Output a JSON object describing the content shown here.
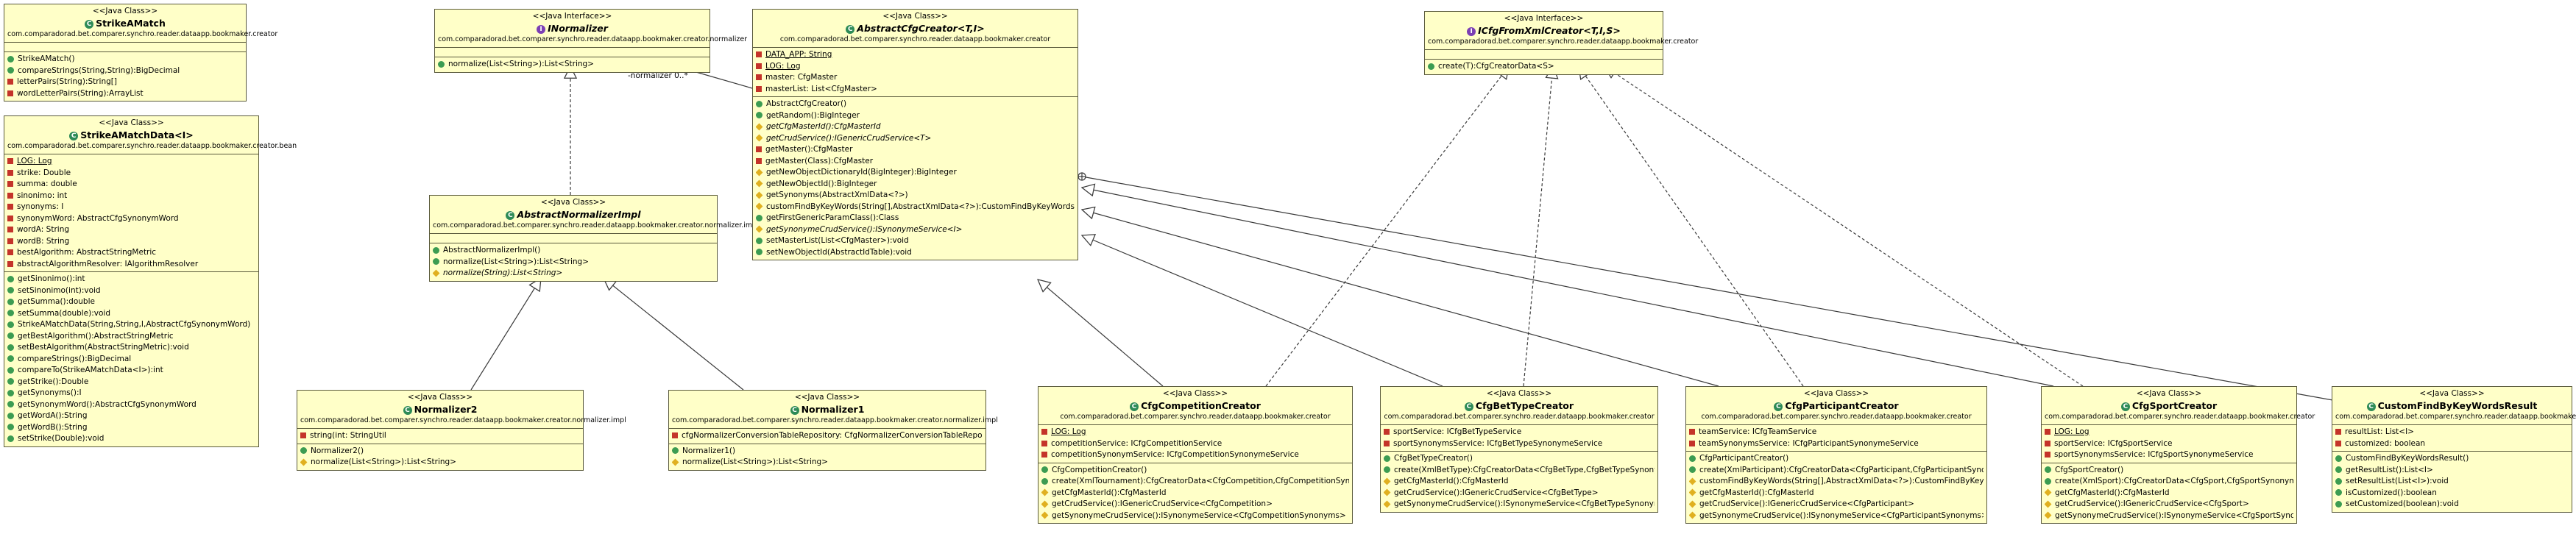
{
  "edge_label": "-normalizer   0..*",
  "classes": {
    "strike": {
      "stereotype": "<<Java Class>>",
      "name": "StrikeAMatch",
      "package": "com.comparadorad.bet.comparer.synchro.reader.dataapp.bookmaker.creator",
      "fields": [],
      "methods": [
        {
          "vis": "pub",
          "text": "StrikeAMatch()"
        },
        {
          "vis": "pub",
          "text": "compareStrings(String,String):BigDecimal"
        },
        {
          "vis": "priv",
          "text": "letterPairs(String):String[]"
        },
        {
          "vis": "priv",
          "text": "wordLetterPairs(String):ArrayList"
        }
      ]
    },
    "strikeData": {
      "stereotype": "<<Java Class>>",
      "name": "StrikeAMatchData<I>",
      "package": "com.comparadorad.bet.comparer.synchro.reader.dataapp.bookmaker.creator.bean",
      "fields": [
        {
          "vis": "priv",
          "text": "LOG: Log",
          "static": true
        },
        {
          "vis": "priv",
          "text": "strike: Double"
        },
        {
          "vis": "priv",
          "text": "summa: double"
        },
        {
          "vis": "priv",
          "text": "sinonimo: int"
        },
        {
          "vis": "priv",
          "text": "synonyms: I"
        },
        {
          "vis": "priv",
          "text": "synonymWord: AbstractCfgSynonymWord"
        },
        {
          "vis": "priv",
          "text": "wordA: String"
        },
        {
          "vis": "priv",
          "text": "wordB: String"
        },
        {
          "vis": "priv",
          "text": "bestAlgorithm: AbstractStringMetric"
        },
        {
          "vis": "priv",
          "text": "abstractAlgorithmResolver: IAlgorithmResolver"
        }
      ],
      "methods": [
        {
          "vis": "pub",
          "text": "getSinonimo():int"
        },
        {
          "vis": "pub",
          "text": "setSinonimo(int):void"
        },
        {
          "vis": "pub",
          "text": "getSumma():double"
        },
        {
          "vis": "pub",
          "text": "setSumma(double):void"
        },
        {
          "vis": "pub",
          "text": "StrikeAMatchData(String,String,I,AbstractCfgSynonymWord)"
        },
        {
          "vis": "pub",
          "text": "getBestAlgorithm():AbstractStringMetric"
        },
        {
          "vis": "pub",
          "text": "setBestAlgorithm(AbstractStringMetric):void"
        },
        {
          "vis": "pub",
          "text": "compareStrings():BigDecimal"
        },
        {
          "vis": "pub",
          "text": "compareTo(StrikeAMatchData<I>):int"
        },
        {
          "vis": "pub",
          "text": "getStrike():Double"
        },
        {
          "vis": "pub",
          "text": "getSynonyms():I"
        },
        {
          "vis": "pub",
          "text": "getSynonymWord():AbstractCfgSynonymWord"
        },
        {
          "vis": "pub",
          "text": "getWordA():String"
        },
        {
          "vis": "pub",
          "text": "getWordB():String"
        },
        {
          "vis": "pub",
          "text": "setStrike(Double):void"
        }
      ]
    },
    "inormalizer": {
      "stereotype": "<<Java Interface>>",
      "name": "INormalizer",
      "package": "com.comparadorad.bet.comparer.synchro.reader.dataapp.bookmaker.creator.normalizer",
      "fields": [],
      "methods": [
        {
          "vis": "pub",
          "text": "normalize(List<String>):List<String>"
        }
      ]
    },
    "absNormalizer": {
      "stereotype": "<<Java Class>>",
      "name": "AbstractNormalizerImpl",
      "package": "com.comparadorad.bet.comparer.synchro.reader.dataapp.bookmaker.creator.normalizer.impl",
      "fields": [],
      "methods": [
        {
          "vis": "pub",
          "text": "AbstractNormalizerImpl()"
        },
        {
          "vis": "pub",
          "text": "normalize(List<String>):List<String>"
        },
        {
          "vis": "prot",
          "text": "normalize(String):List<String>",
          "italic": true
        }
      ]
    },
    "normalizer2": {
      "stereotype": "<<Java Class>>",
      "name": "Normalizer2",
      "package": "com.comparadorad.bet.comparer.synchro.reader.dataapp.bookmaker.creator.normalizer.impl",
      "fields": [
        {
          "vis": "priv",
          "text": "string(int: StringUtil"
        }
      ],
      "methods": [
        {
          "vis": "pub",
          "text": "Normalizer2()"
        },
        {
          "vis": "prot",
          "text": "normalize(List<String>):List<String>"
        }
      ]
    },
    "normalizer1": {
      "stereotype": "<<Java Class>>",
      "name": "Normalizer1",
      "package": "com.comparadorad.bet.comparer.synchro.reader.dataapp.bookmaker.creator.normalizer.impl",
      "fields": [
        {
          "vis": "priv",
          "text": "cfgNormalizerConversionTableRepository: CfgNormalizerConversionTableRepository"
        }
      ],
      "methods": [
        {
          "vis": "pub",
          "text": "Normalizer1()"
        },
        {
          "vis": "prot",
          "text": "normalize(List<String>):List<String>"
        }
      ]
    },
    "absCreator": {
      "stereotype": "<<Java Class>>",
      "name": "AbstractCfgCreator<T,I>",
      "package": "com.comparadorad.bet.comparer.synchro.reader.dataapp.bookmaker.creator",
      "fields": [
        {
          "vis": "priv",
          "text": "DATA_APP: String",
          "static": true
        },
        {
          "vis": "priv",
          "text": "LOG: Log",
          "static": true
        },
        {
          "vis": "priv",
          "text": "master: CfgMaster"
        },
        {
          "vis": "priv",
          "text": "masterList: List<CfgMaster>"
        }
      ],
      "methods": [
        {
          "vis": "pub",
          "text": "AbstractCfgCreator()"
        },
        {
          "vis": "pub",
          "text": "getRandom():BigInteger"
        },
        {
          "vis": "prot",
          "text": "getCfgMasterId():CfgMasterId",
          "italic": true
        },
        {
          "vis": "prot",
          "text": "getCrudService():IGenericCrudService<T>",
          "italic": true
        },
        {
          "vis": "priv",
          "text": "getMaster():CfgMaster"
        },
        {
          "vis": "priv",
          "text": "getMaster(Class):CfgMaster"
        },
        {
          "vis": "prot",
          "text": "getNewObjectDictionaryId(BigInteger):BigInteger"
        },
        {
          "vis": "prot",
          "text": "getNewObjectId():BigInteger"
        },
        {
          "vis": "prot",
          "text": "getSynonyms(AbstractXmlData<?>)"
        },
        {
          "vis": "prot",
          "text": "customFindByKeyWords(String[],AbstractXmlData<?>):CustomFindByKeyWordsResult"
        },
        {
          "vis": "pub",
          "text": "getFirstGenericParamClass():Class"
        },
        {
          "vis": "prot",
          "text": "getSynonymeCrudService():ISynonymeService<I>",
          "italic": true
        },
        {
          "vis": "pub",
          "text": "setMasterList(List<CfgMaster>):void"
        },
        {
          "vis": "pub",
          "text": "setNewObjectId(AbstractIdTable):void"
        }
      ]
    },
    "icfg": {
      "stereotype": "<<Java Interface>>",
      "name": "ICfgFromXmlCreator<T,I,S>",
      "package": "com.comparadorad.bet.comparer.synchro.reader.dataapp.bookmaker.creator",
      "fields": [],
      "methods": [
        {
          "vis": "pub",
          "text": "create(T):CfgCreatorData<S>"
        }
      ]
    },
    "compCreator": {
      "stereotype": "<<Java Class>>",
      "name": "CfgCompetitionCreator",
      "package": "com.comparadorad.bet.comparer.synchro.reader.dataapp.bookmaker.creator",
      "fields": [
        {
          "vis": "priv",
          "text": "LOG: Log",
          "static": true
        },
        {
          "vis": "priv",
          "text": "competitionService: ICfgCompetitionService"
        },
        {
          "vis": "priv",
          "text": "competitionSynonymService: ICfgCompetitionSynonymeService"
        }
      ],
      "methods": [
        {
          "vis": "pub",
          "text": "CfgCompetitionCreator()"
        },
        {
          "vis": "pub",
          "text": "create(XmlTournament):CfgCreatorData<CfgCompetition,CfgCompetitionSynonyms>"
        },
        {
          "vis": "prot",
          "text": "getCfgMasterId():CfgMasterId"
        },
        {
          "vis": "prot",
          "text": "getCrudService():IGenericCrudService<CfgCompetition>"
        },
        {
          "vis": "prot",
          "text": "getSynonymeCrudService():ISynonymeService<CfgCompetitionSynonyms>"
        }
      ]
    },
    "betCreator": {
      "stereotype": "<<Java Class>>",
      "name": "CfgBetTypeCreator",
      "package": "com.comparadorad.bet.comparer.synchro.reader.dataapp.bookmaker.creator",
      "fields": [
        {
          "vis": "priv",
          "text": "sportService: ICfgBetTypeService"
        },
        {
          "vis": "priv",
          "text": "sportSynonymsService: ICfgBetTypeSynonymeService"
        }
      ],
      "methods": [
        {
          "vis": "pub",
          "text": "CfgBetTypeCreator()"
        },
        {
          "vis": "pub",
          "text": "create(XmlBetType):CfgCreatorData<CfgBetType,CfgBetTypeSynonyms>"
        },
        {
          "vis": "prot",
          "text": "getCfgMasterId():CfgMasterId"
        },
        {
          "vis": "prot",
          "text": "getCrudService():IGenericCrudService<CfgBetType>"
        },
        {
          "vis": "prot",
          "text": "getSynonymeCrudService():ISynonymeService<CfgBetTypeSynonyms>"
        }
      ]
    },
    "partCreator": {
      "stereotype": "<<Java Class>>",
      "name": "CfgParticipantCreator",
      "package": "com.comparadorad.bet.comparer.synchro.reader.dataapp.bookmaker.creator",
      "fields": [
        {
          "vis": "priv",
          "text": "teamService: ICfgTeamService"
        },
        {
          "vis": "priv",
          "text": "teamSynonymsService: ICfgParticipantSynonymeService"
        }
      ],
      "methods": [
        {
          "vis": "pub",
          "text": "CfgParticipantCreator()"
        },
        {
          "vis": "pub",
          "text": "create(XmlParticipant):CfgCreatorData<CfgParticipant,CfgParticipantSynonyms>"
        },
        {
          "vis": "prot",
          "text": "customFindByKeyWords(String[],AbstractXmlData<?>):CustomFindByKeyWordsResult"
        },
        {
          "vis": "prot",
          "text": "getCfgMasterId():CfgMasterId"
        },
        {
          "vis": "prot",
          "text": "getCrudService():IGenericCrudService<CfgParticipant>"
        },
        {
          "vis": "prot",
          "text": "getSynonymeCrudService():ISynonymeService<CfgParticipantSynonyms>"
        }
      ]
    },
    "sportCreator": {
      "stereotype": "<<Java Class>>",
      "name": "CfgSportCreator",
      "package": "com.comparadorad.bet.comparer.synchro.reader.dataapp.bookmaker.creator",
      "fields": [
        {
          "vis": "priv",
          "text": "LOG: Log",
          "static": true
        },
        {
          "vis": "priv",
          "text": "sportService: ICfgSportService"
        },
        {
          "vis": "priv",
          "text": "sportSynonymsService: ICfgSportSynonymeService"
        }
      ],
      "methods": [
        {
          "vis": "pub",
          "text": "CfgSportCreator()"
        },
        {
          "vis": "pub",
          "text": "create(XmlSport):CfgCreatorData<CfgSport,CfgSportSynonyms>"
        },
        {
          "vis": "prot",
          "text": "getCfgMasterId():CfgMasterId"
        },
        {
          "vis": "prot",
          "text": "getCrudService():IGenericCrudService<CfgSport>"
        },
        {
          "vis": "prot",
          "text": "getSynonymeCrudService():ISynonymeService<CfgSportSynonyms>"
        }
      ]
    },
    "result": {
      "stereotype": "<<Java Class>>",
      "name": "CustomFindByKeyWordsResult",
      "package": "com.comparadorad.bet.comparer.synchro.reader.dataapp.bookmaker.creator",
      "fields": [
        {
          "vis": "priv",
          "text": "resultList: List<I>"
        },
        {
          "vis": "priv",
          "text": "customized: boolean"
        }
      ],
      "methods": [
        {
          "vis": "pub",
          "text": "CustomFindByKeyWordsResult()"
        },
        {
          "vis": "pub",
          "text": "getResultList():List<I>"
        },
        {
          "vis": "pub",
          "text": "setResultList(List<I>):void"
        },
        {
          "vis": "pub",
          "text": "isCustomized():boolean"
        },
        {
          "vis": "pub",
          "text": "setCustomized(boolean):void"
        }
      ]
    }
  }
}
